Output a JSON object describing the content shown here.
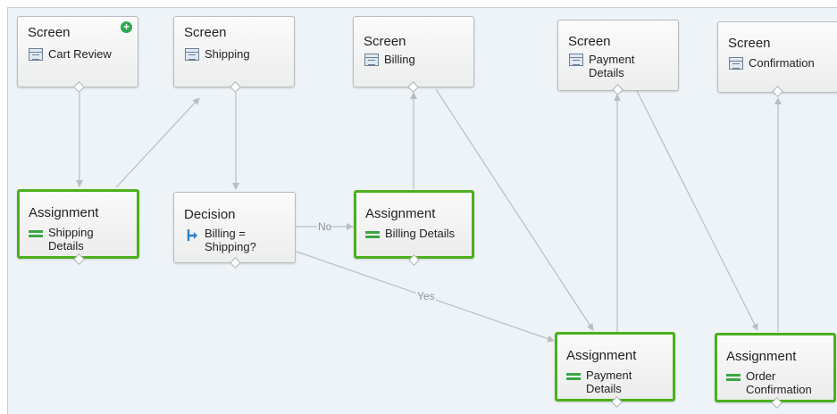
{
  "nodes": {
    "cart_review": {
      "type": "Screen",
      "label": "Cart Review"
    },
    "shipping": {
      "type": "Screen",
      "label": "Shipping"
    },
    "billing": {
      "type": "Screen",
      "label": "Billing"
    },
    "payment_details": {
      "type": "Screen",
      "label": "Payment\nDetails"
    },
    "confirmation": {
      "type": "Screen",
      "label": "Confirmation"
    },
    "assign_shipping": {
      "type": "Assignment",
      "label": "Shipping\nDetails"
    },
    "decision": {
      "type": "Decision",
      "label": "Billing =\nShipping?"
    },
    "assign_billing": {
      "type": "Assignment",
      "label": "Billing Details"
    },
    "assign_payment": {
      "type": "Assignment",
      "label": "Payment\nDetails"
    },
    "assign_order": {
      "type": "Assignment",
      "label": "Order\nConfirmation"
    }
  },
  "connectors": {
    "no_label": "No",
    "yes_label": "Yes"
  },
  "start_icon": "plus-circle-icon",
  "colors": {
    "assignment_border": "#4caf1c",
    "canvas_background": "#eef3f7",
    "connector": "#b9bec3",
    "start_icon": "#2fa84f"
  }
}
